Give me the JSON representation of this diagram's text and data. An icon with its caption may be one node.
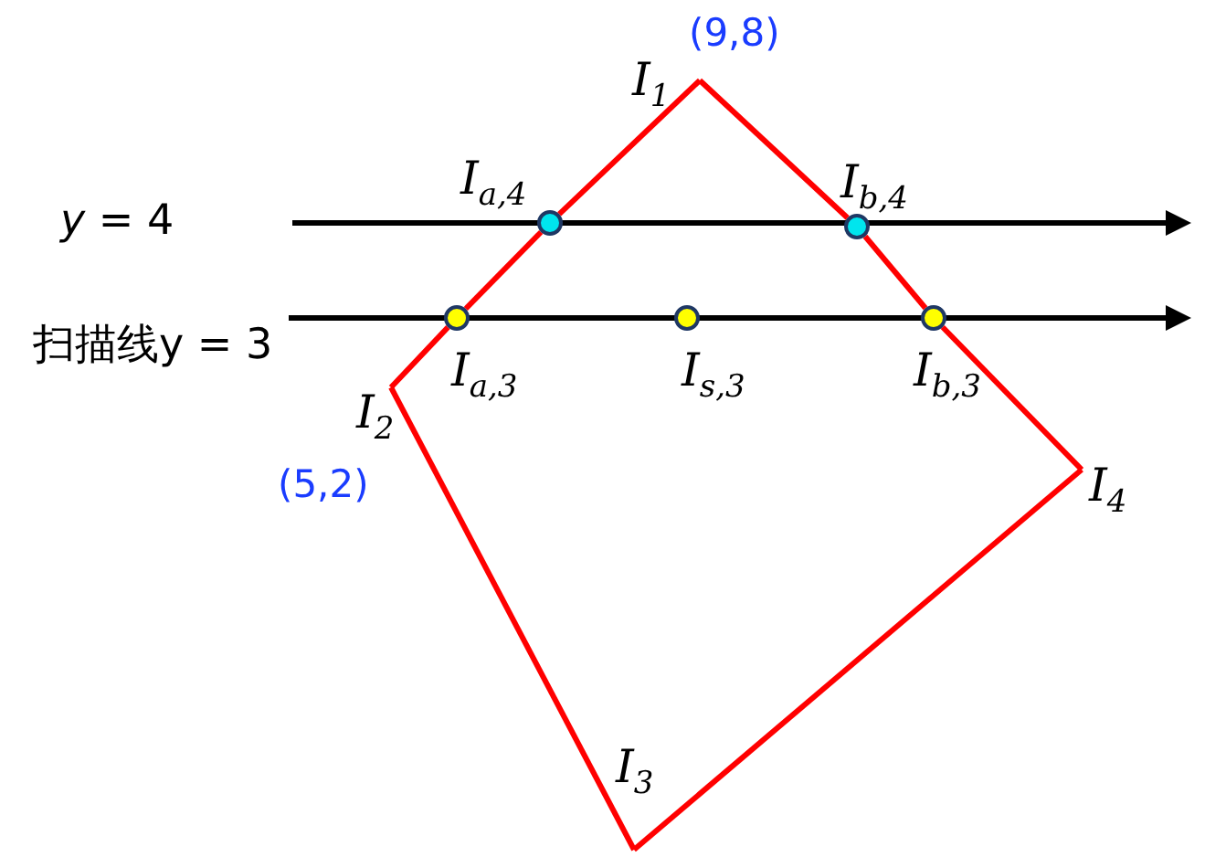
{
  "diagram": {
    "nodes": [
      {
        "text": [
          "I$_{1}$"
        ],
        "beside": [
          "(9,8)"
        ]
      },
      {
        "text": [],
        "shape": "circle",
        "beside": [
          "I$_{a,4}$"
        ]
      },
      {
        "text": [],
        "shape": "circle",
        "beside": [
          "I$_{b,4}$"
        ]
      },
      {
        "text": [],
        "shape": "circle",
        "beside": [
          "I$_{a,3}$"
        ]
      },
      {
        "text": [],
        "shape": "circle",
        "beside": [
          "I$_{s,3}$"
        ]
      },
      {
        "text": [],
        "shape": "circle",
        "beside": [
          "I$_{b,3}$"
        ]
      },
      {
        "text": [
          "I$_{2}$"
        ],
        "beside": [
          "(5,2)"
        ]
      },
      {
        "text": [
          "I$_{4}$"
        ]
      },
      {
        "text": [
          "I$_{3}$"
        ]
      }
    ],
    "edges": [
      {
        "from": 0,
        "to": 1,
        "arrow": "none"
      },
      {
        "from": 1,
        "to": 3,
        "arrow": "none"
      },
      {
        "from": 3,
        "to": 6,
        "arrow": "none"
      },
      {
        "from": 6,
        "to": 8,
        "arrow": "none"
      },
      {
        "from": 8,
        "to": 7,
        "arrow": "none"
      },
      {
        "from": 7,
        "to": 5,
        "arrow": "none"
      },
      {
        "from": 5,
        "to": 2,
        "arrow": "none"
      },
      {
        "from": 2,
        "to": 0,
        "arrow": "none"
      }
    ],
    "labels": [
      "*y* = 4",
      "扫描线y = 3"
    ]
  }
}
